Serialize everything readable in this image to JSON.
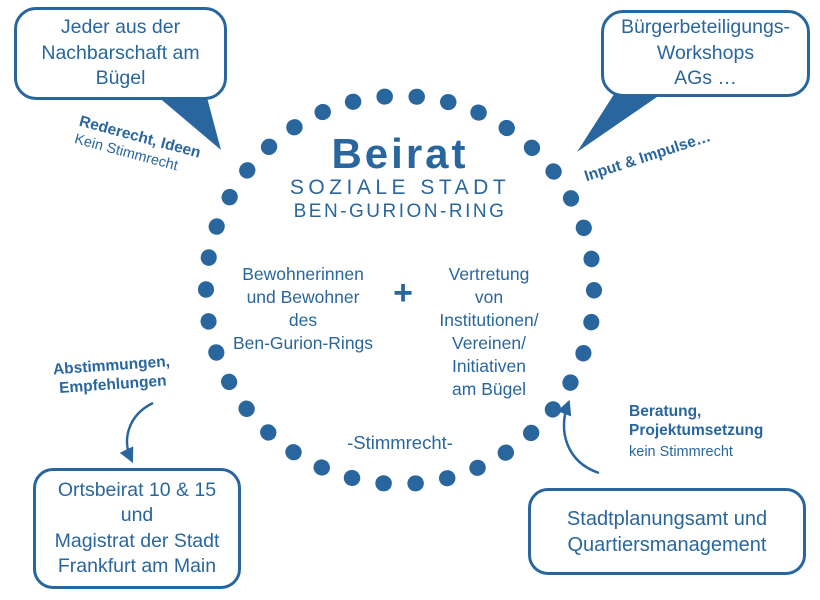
{
  "colors": {
    "accent": "#2a669e"
  },
  "center": {
    "title": "Beirat",
    "subtitle1": "SOZIALE STADT",
    "subtitle2": "BEN-GURION-RING",
    "left_member": "Bewohnerinnen\nund Bewohner\ndes\nBen-Gurion-Rings",
    "plus": "+",
    "right_member": "Vertretung\nvon\nInstitutionen/\nVereinen/\nInitiativen\nam Bügel",
    "voting_note": "-Stimmrecht-"
  },
  "bubbles": {
    "top_left": {
      "text": "Jeder aus der\nNachbarschaft am\nBügel"
    },
    "top_right": {
      "text": "Bürgerbeteiligungs-\nWorkshops\nAGs …"
    },
    "bottom_left": {
      "text": "Ortsbeirat 10 & 15\nund\nMagistrat der Stadt\nFrankfurt am Main"
    },
    "bottom_right": {
      "text": "Stadtplanungsamt und\nQuartiersmanagement"
    }
  },
  "labels": {
    "top_left_bold": "Rederecht, Ideen",
    "top_left_regular": "Kein Stimmrecht",
    "top_right_bold": "Input & Impulse…",
    "left_bold": "Abstimmungen,\nEmpfehlungen",
    "right_bold": "Beratung,\nProjektumsetzung",
    "right_regular": "kein Stimmrecht"
  }
}
